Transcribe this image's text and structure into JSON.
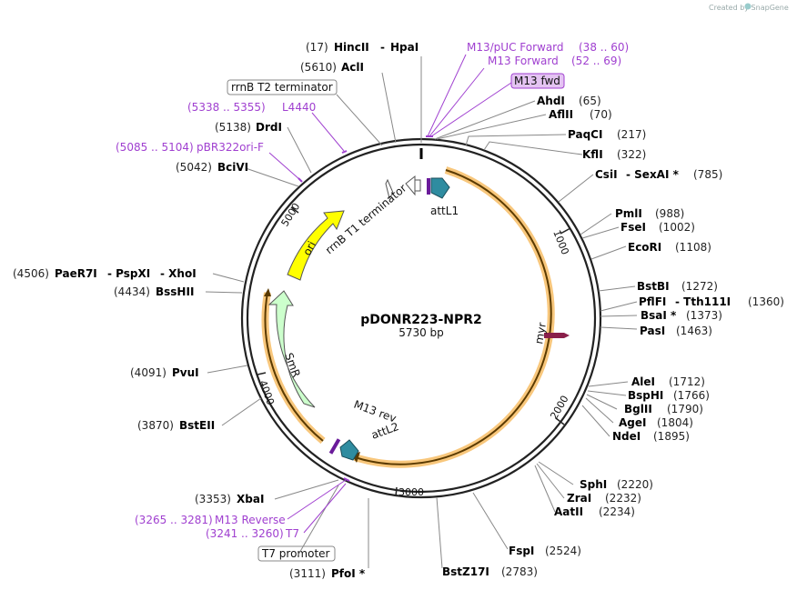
{
  "credit": "Created by SnapGene",
  "plasmid": {
    "name": "pDONR223-NPR2",
    "size_label": "5730 bp"
  },
  "ticks": [
    "1000",
    "2000",
    "3000",
    "4000",
    "5000"
  ],
  "features": {
    "attL1": "attL1",
    "rrnB_T1": "rrnB T1 terminator",
    "ori": "ori",
    "SmR": "SmR",
    "myr": "myr",
    "M13_rev": "M13 rev",
    "attL2": "attL2"
  },
  "boxed": {
    "rrnB_T2": "rrnB T2 terminator",
    "M13_fwd": "M13 fwd",
    "T7_promoter": "T7 promoter"
  },
  "sites_right": [
    {
      "name": "AhdI",
      "pos": "(65)"
    },
    {
      "name": "AflII",
      "pos": "(70)"
    },
    {
      "name": "PaqCI",
      "pos": "(217)"
    },
    {
      "name": "KflI",
      "pos": "(322)"
    },
    {
      "name": "CsiI",
      "extra": "- SexAI *",
      "pos": "(785)"
    },
    {
      "name": "PmlI",
      "pos": "(988)"
    },
    {
      "name": "FseI",
      "pos": "(1002)"
    },
    {
      "name": "EcoRI",
      "pos": "(1108)"
    },
    {
      "name": "BstBI",
      "pos": "(1272)"
    },
    {
      "name": "PflFI",
      "extra": "- Tth111I",
      "pos": "(1360)"
    },
    {
      "name": "BsaI *",
      "pos": "(1373)"
    },
    {
      "name": "PasI",
      "pos": "(1463)"
    },
    {
      "name": "AleI",
      "pos": "(1712)"
    },
    {
      "name": "BspHI",
      "pos": "(1766)"
    },
    {
      "name": "BglII",
      "pos": "(1790)"
    },
    {
      "name": "AgeI",
      "pos": "(1804)"
    },
    {
      "name": "NdeI",
      "pos": "(1895)"
    },
    {
      "name": "SphI",
      "pos": "(2220)"
    },
    {
      "name": "ZraI",
      "pos": "(2232)"
    },
    {
      "name": "AatII",
      "pos": "(2234)"
    },
    {
      "name": "FspI",
      "pos": "(2524)"
    }
  ],
  "sites_left": [
    {
      "name": "AclI",
      "pos": "(5610)"
    },
    {
      "name": "DrdI",
      "pos": "(5138)"
    },
    {
      "name": "BciVI",
      "pos": "(5042)"
    },
    {
      "name": "BssHII",
      "pos": "(4434)"
    },
    {
      "name": "PvuI",
      "pos": "(4091)"
    },
    {
      "name": "BstEII",
      "pos": "(3870)"
    },
    {
      "name": "XbaI",
      "pos": "(3353)"
    }
  ],
  "top_site": {
    "pos": "(17)",
    "name1": "HincII",
    "sep": "-",
    "name2": "HpaI"
  },
  "paer7": {
    "pos": "(4506)",
    "a": "PaeR7I",
    "b": "- PspXI",
    "c": "- XhoI"
  },
  "bottom_sites": [
    {
      "name": "BstZ17I",
      "pos": "(2783)"
    },
    {
      "name": "PfoI *",
      "pos": "(3111)"
    }
  ],
  "primers": [
    {
      "label": "M13/pUC Forward",
      "range": "(38 .. 60)"
    },
    {
      "label": "M13 Forward",
      "range": "(52 .. 69)"
    },
    {
      "label": "L4440",
      "range": "(5338 .. 5355)"
    },
    {
      "label": "pBR322ori-F",
      "range": "(5085 .. 5104)"
    },
    {
      "label": "M13 Reverse",
      "range": "(3265 .. 3281)"
    },
    {
      "label": "T7",
      "range": "(3241 .. 3260)"
    }
  ],
  "colors": {
    "orf_band": "#f8c77c",
    "ori": "#ffff00",
    "smr": "#ccffcc",
    "att": "#2f8ca0",
    "primer": "#a040d0",
    "myr": "#8a1f4a"
  }
}
